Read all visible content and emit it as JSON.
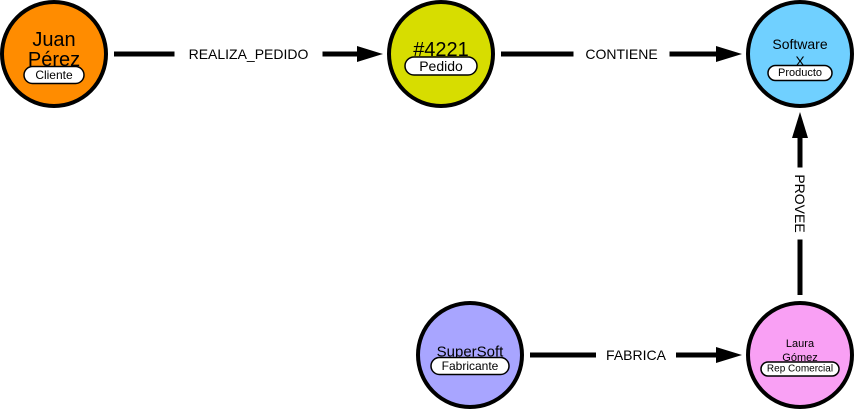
{
  "nodes": [
    {
      "id": "juan",
      "lines": [
        "Juan",
        "Pérez"
      ],
      "tag": "Cliente",
      "color": "#ff8c00"
    },
    {
      "id": "pedido",
      "lines": [
        "#4221"
      ],
      "tag": "Pedido",
      "color": "#d7dd00"
    },
    {
      "id": "software",
      "lines": [
        "Software",
        "X"
      ],
      "tag": "Producto",
      "color": "#70d0ff"
    },
    {
      "id": "supersoft",
      "lines": [
        "SuperSoft"
      ],
      "tag": "Fabricante",
      "color": "#a8a5ff"
    },
    {
      "id": "laura",
      "lines": [
        "Laura",
        "Gómez"
      ],
      "tag": "Rep Comercial",
      "color": "#f9a0f4"
    }
  ],
  "edges": [
    {
      "id": "realiza_pedido",
      "from": "juan",
      "to": "pedido",
      "label": "REALIZA_PEDIDO"
    },
    {
      "id": "contiene",
      "from": "pedido",
      "to": "software",
      "label": "CONTIENE"
    },
    {
      "id": "fabrica",
      "from": "supersoft",
      "to": "laura",
      "label": "FABRICA"
    },
    {
      "id": "provee",
      "from": "laura",
      "to": "software",
      "label": "PROVEE"
    }
  ]
}
